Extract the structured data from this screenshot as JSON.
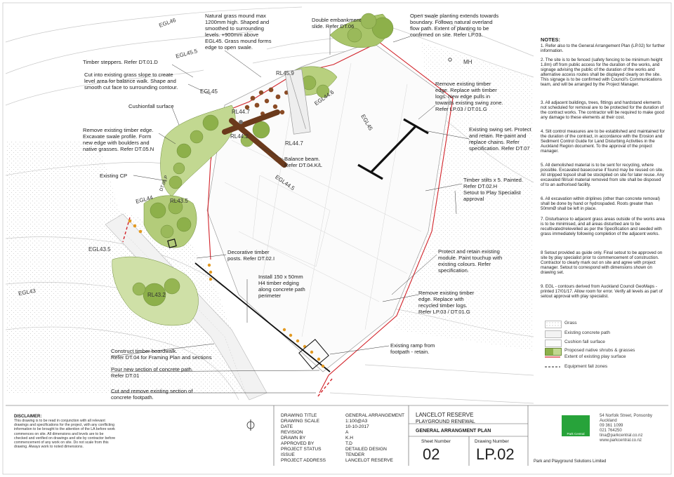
{
  "title_block": {
    "labels": [
      "DRAWING TITLE",
      "DRAWING SCALE",
      "DATE",
      "REVISION",
      "DRAWN BY",
      "APPROVED BY",
      "PROJECT STATUS",
      "ISSUE",
      "PROJECT ADDRESS"
    ],
    "values": [
      "GENERAL ARRANGEMENT",
      "1:100@A3",
      "10-10-2017",
      "A",
      "K.H",
      "T.D",
      "DETAILED DESIGN",
      "TENDER",
      "LANCELOT RESERVE"
    ],
    "project_name": "LANCELOT RESERVE",
    "project_sub": "PLAYGROUND RENEWAL",
    "plan_title": "GENERAL ARRANGMENT PLAN",
    "sheet_label": "Sheet Number",
    "sheet_number": "02",
    "drawing_label": "Drawing Number",
    "drawing_number": "LP.02",
    "company": "Park and Playground Solutions Limited",
    "logo_text": "Park Central",
    "address_lines": [
      "54 Norfolk Street, Ponsonby",
      "Auckland",
      "09 361 1099",
      "021 764250",
      "tina@parkcentral.co.nz",
      "www.parkcentral.co.nz"
    ]
  },
  "disclaimer": {
    "title": "DISCLAIMER:",
    "text": "This drawing is to be read in conjunction with all relevant drawings and specifications for the project, with any conflicting information to be brought to the attention of the LA before work commences on site. All dimensions and levels are to be checked and verified on drawings and site by contractor before commencement of any work on site. Do not scale from this drawing. Always work to noted dimensions."
  },
  "notes": {
    "title": "NOTES:",
    "items": [
      "1. Refer also to the General Arrangement Plan (LP.02) for further information.",
      "2. The site is to be fenced (safety fencing to be minimum height 1.8m) off from public access for the duration of the works, and signage advising the public of the duration of the works and alternative access routes shall be displayed clearly on the site. This signage is to be confirmed with Council's Communications team, and will be arranged by the Project Manager.",
      "3. All adjacent buildings, trees, fittings and hardstand elements not scheduled for removal are to be protected for the duration of the contract works. The contractor will be required to make good any damage to these elements at their cost.",
      "4. Silt control measures are to be established and maintained for the duration of the contract, in accordance with the Erosion and Sediment Control Guide for Land Disturbing Activities in the Auckland Region document. To the approval of the project manager.",
      "5. All demolished material is to be sent for recycling, where possible. Excavated basecourse if found may be reused on site. All stripped topsoil shall be stockpiled on site for later reuse. Any excavated fill/soil material removed from site shall be disposed of to an authorised facility.",
      "6. All excavation within driplines (other than concrete removal) shall be done by hand or hydrospaded. Roots greater than 50mmØ shall be left in place.",
      "7. Disturbance to adjacent grass areas outside of the works area is to be minimised, and all areas disturbed are to be recultivated/relevelled as per the Specification and seeded with grass immediately following completion of the adjacent works.",
      "8 Setout provided as guide only. Final setout to be approved on site by play specialist prior to commencement of construction. Contractor to clearly mark out on site and agree with project manager. Setout to correspond with dimensions shown on drawing set.",
      "9. EGL - contours derived from Auckland Council GeoMaps - printed 17/01/17. Allow room for error. Verify all levels as part of setout approval with play specialist."
    ]
  },
  "legend": [
    {
      "label": "Grass",
      "swatch": "dots"
    },
    {
      "label": "Existing concrete path",
      "swatch": "box"
    },
    {
      "label": "Cushion fall surface",
      "swatch": "box"
    },
    {
      "label": "Proposed native shrubs & grasses",
      "swatch": "green"
    },
    {
      "label": "Extent of existing play surface",
      "swatch": "redline"
    },
    {
      "label": "Equipment fall zones",
      "swatch": "dashline"
    }
  ],
  "annotations": [
    {
      "id": "mound",
      "text": "Natural grass mound max\n1200mm high. Shaped and\nsmoothed to surrounding\nlevels. +900mm above\nEGL45. Grass mound forms\nedge to open swale."
    },
    {
      "id": "embank",
      "text": "Double embankment\nslide. Refer DT.06"
    },
    {
      "id": "swale",
      "text": "Open swale planting extends towards\nboundary. Follows natural overland\nflow path. Extent of planting to be\nconfirmed on site.  Refer LP.03."
    },
    {
      "id": "steppers",
      "text": "Timber steppers. Refer DT.01.D"
    },
    {
      "id": "cutgrass",
      "text": "Cut into existing grass slope to create\nlevel area for balance walk.  Shape and\nsmooth cut face to surrounding contour."
    },
    {
      "id": "cushion",
      "text": "Cushionfall surface"
    },
    {
      "id": "remove1",
      "text": "Remove existing timber\nedge. Replace with timber\nlogs. New edge pulls in\ntowards existing swing zone.\nRefer LP.03 / DT.01.G"
    },
    {
      "id": "remove2",
      "text": "Remove existing timber edge.\nExcavate swale profile. Form\nnew edge with boulders and\nnative grasses. Refer DT.05.N"
    },
    {
      "id": "swing",
      "text": "Existing swing set. Protect\nand retain. Re-paint and\nreplace chains. Refer\nspecification. Refer DT.07"
    },
    {
      "id": "beam",
      "text": "Balance beam.\nRefer DT.04.K/L"
    },
    {
      "id": "cp",
      "text": "Existing CP"
    },
    {
      "id": "stilts",
      "text": "Timber stilts x 5. Painted.\nRefer DT.02.H\nSetout to Play Specialist\napproval"
    },
    {
      "id": "posts",
      "text": "Decorative timber\nposts. Refer DT.02.I"
    },
    {
      "id": "module",
      "text": "Protect and retain existing\nmodule. Paint touchup with\nexisting colours. Refer\nspecification."
    },
    {
      "id": "edging",
      "text": "Install 150 x 50mm\nH4 timber edging\nalong concrete path\nperimeter"
    },
    {
      "id": "remove3",
      "text": "Remove existing timber\nedge. Replace with\nrecycled timber logs.\nRefer LP.03 / DT.01.G"
    },
    {
      "id": "ramp",
      "text": "Existing ramp from\nfootpath - retain."
    },
    {
      "id": "boardwalk",
      "text": "Construct timber boardwalk.\nRefer DT.04 for Framing Plan and sections"
    },
    {
      "id": "pour",
      "text": "Pour new section of concrete path.\nRefer DT.01"
    },
    {
      "id": "cut",
      "text": "Cut and remove existing section of\nconcrete footpath."
    }
  ],
  "elevations": [
    "EGL46",
    "EGL45.5",
    "EGL45",
    "RL45.9",
    "EGL44.6",
    "RL44.7",
    "RL44.2",
    "RL44.7",
    "EGL44.5",
    "EGL45",
    "DT.06.P",
    "EGL44",
    "RL43.5",
    "EGL43.5",
    "EGL43",
    "RL43.2",
    "MH"
  ]
}
